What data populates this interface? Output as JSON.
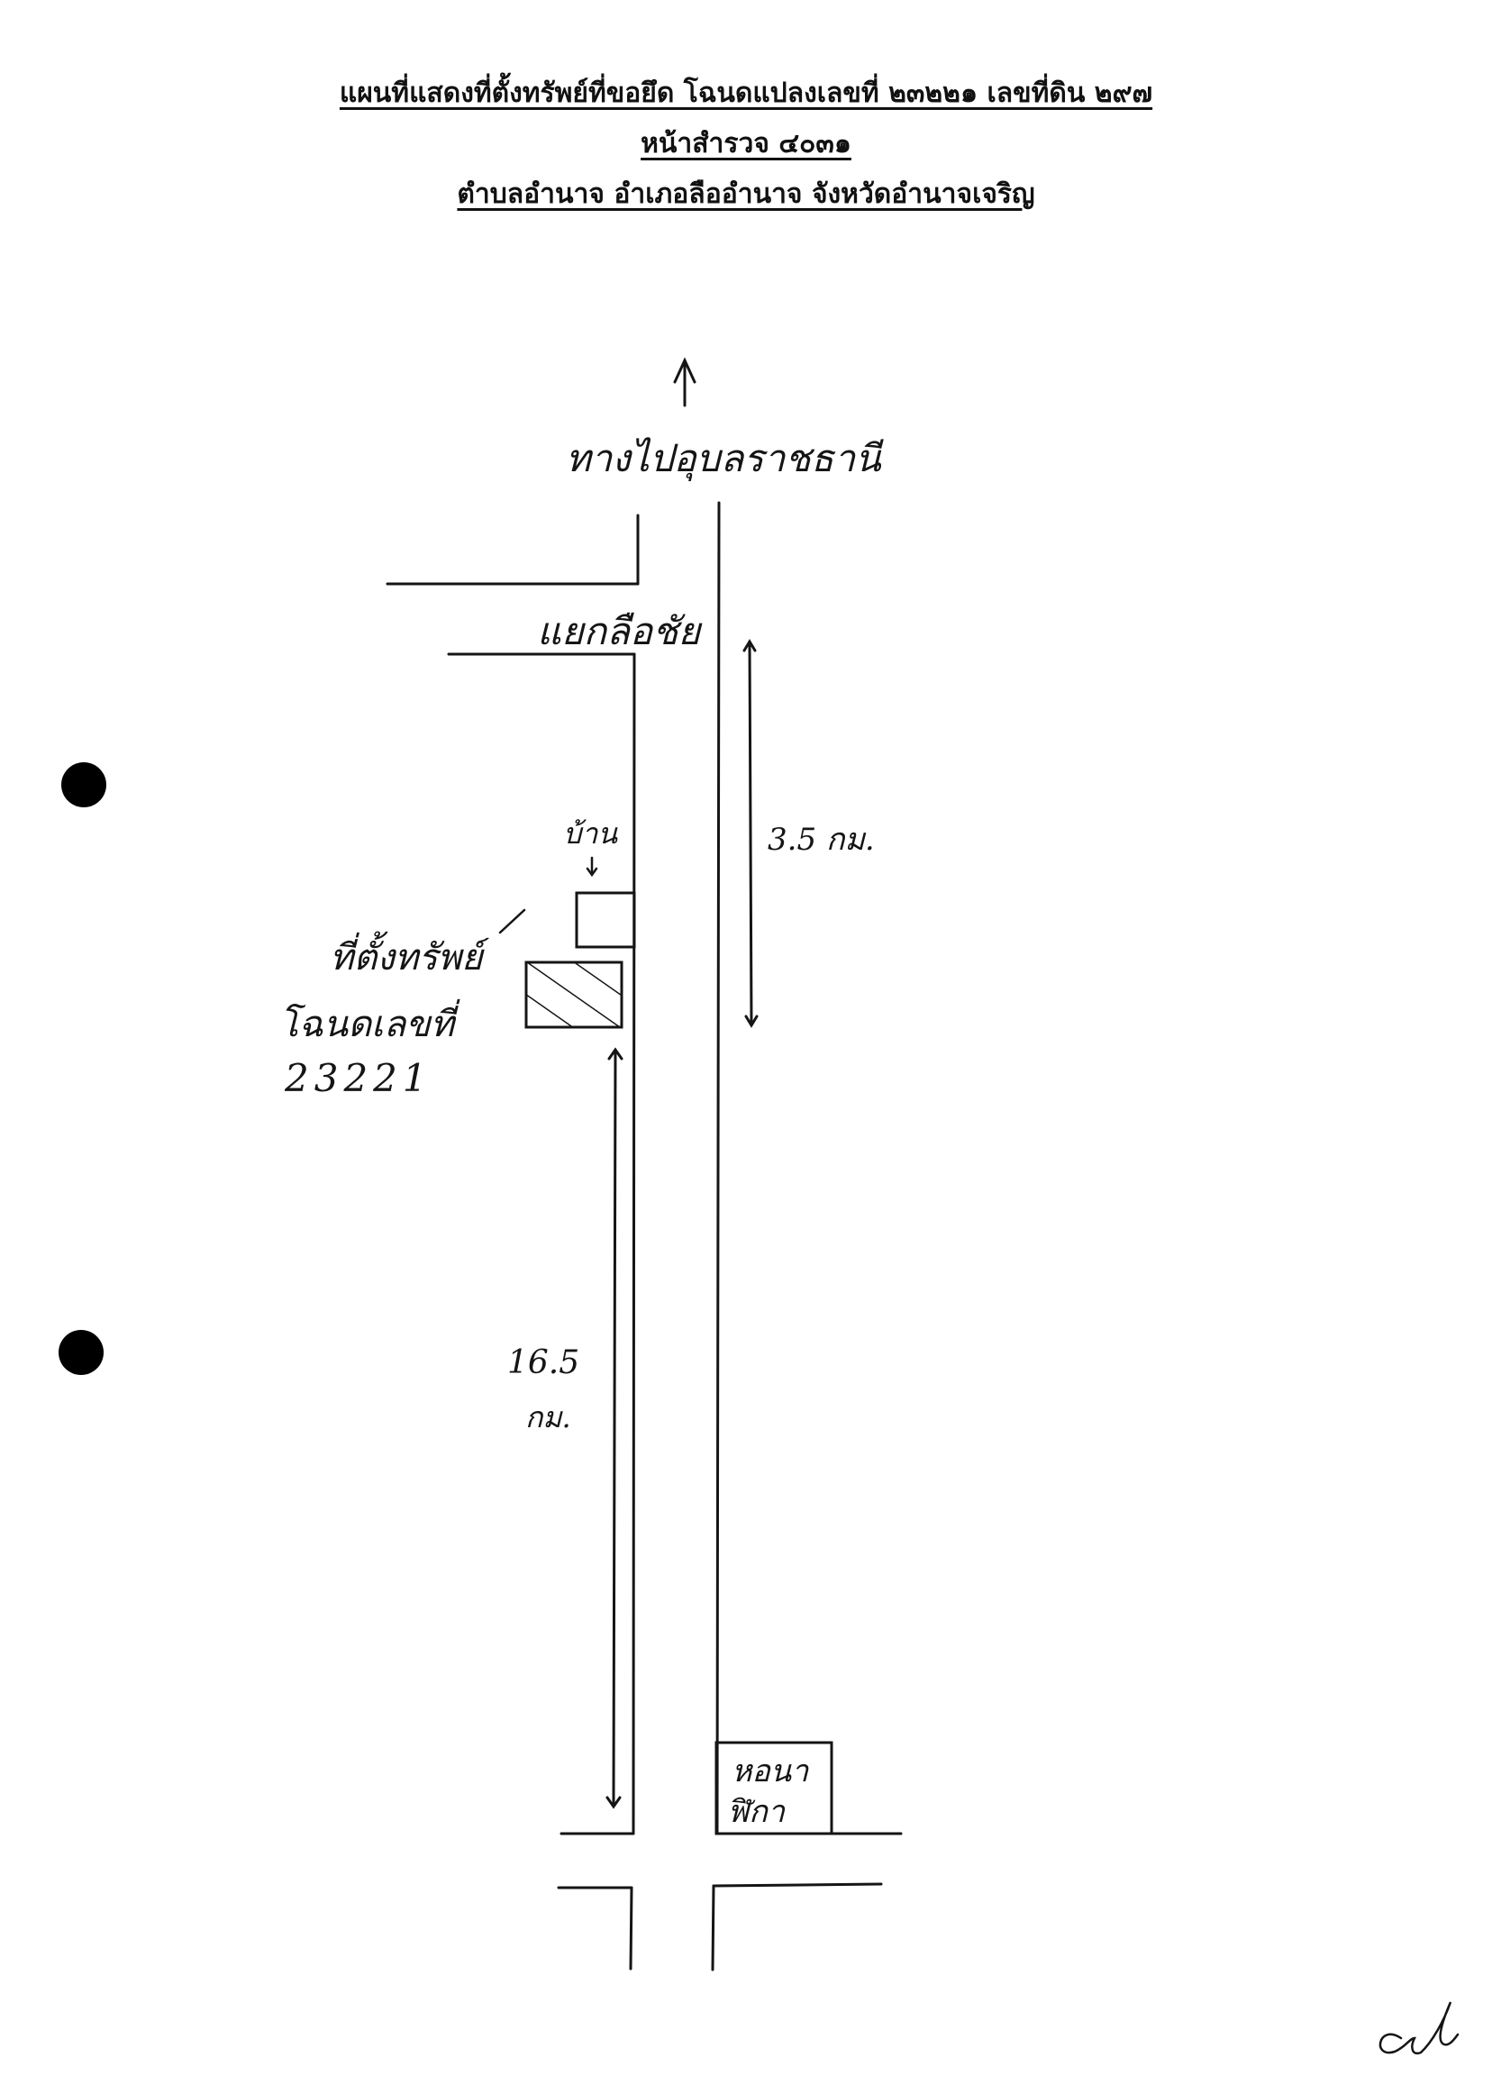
{
  "header": {
    "title": "แผนที่แสดงที่ตั้งทรัพย์ที่ขอยึด โฉนดแปลงเลขที่ ๒๓๒๒๑ เลขที่ดิน ๒๙๗",
    "survey_page": "หน้าสำรวจ ๔๐๓๑",
    "location": "ตำบลอำนาจ อำเภอลืออำนาจ จังหวัดอำนาจเจริญ"
  },
  "map": {
    "north_label": "ทางไปอุบลราชธานี",
    "junction_label": "แยกลือชัย",
    "house_label": "บ้าน",
    "distance_upper": "3.5 กม.",
    "property_label_1": "ที่ตั้งทรัพย์",
    "property_label_2": "โฉนดเลขที่",
    "deed_number": "23221",
    "distance_lower_1": "16.5",
    "distance_lower_2": "กม.",
    "landmark_1": "หอนา",
    "landmark_2": "ฬิกา"
  },
  "colors": {
    "ink": "#151515",
    "punch_hole": "#000000"
  }
}
